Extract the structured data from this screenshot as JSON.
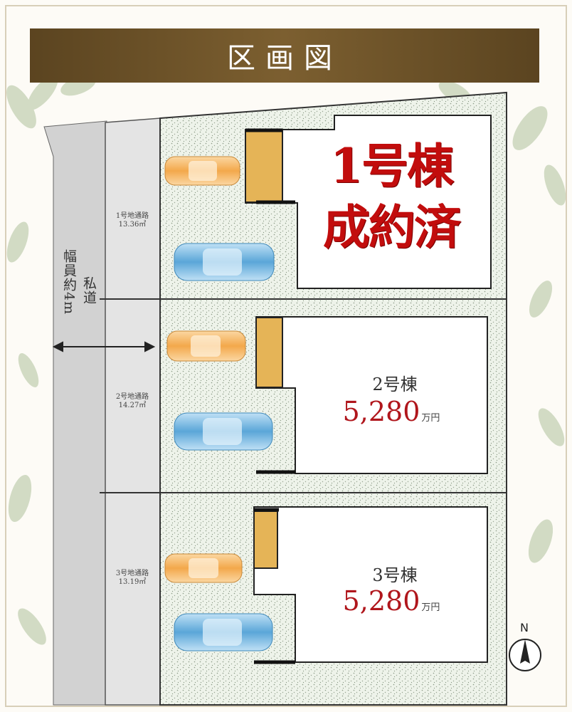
{
  "header": {
    "title": "区画図"
  },
  "lots": [
    {
      "name": "1号棟",
      "status_lines": [
        "1号棟",
        "成約済"
      ],
      "driveway_label": "1号地通路",
      "driveway_area": "13.36㎡"
    },
    {
      "name": "2号棟",
      "price_value": "5,280",
      "price_unit": "万円",
      "driveway_label": "2号地通路",
      "driveway_area": "14.27㎡"
    },
    {
      "name": "3号棟",
      "price_value": "5,280",
      "price_unit": "万円",
      "driveway_label": "3号地通路",
      "driveway_area": "13.19㎡"
    }
  ],
  "road": {
    "label": "私道",
    "width_label": "幅員約4m"
  },
  "compass": {
    "label": "N"
  },
  "colors": {
    "banner_start": "#5b4420",
    "banner_end": "#8a6c3a",
    "sold_text": "#c20d0d",
    "price_text": "#b0161c",
    "building_accent": "#e5b457"
  }
}
